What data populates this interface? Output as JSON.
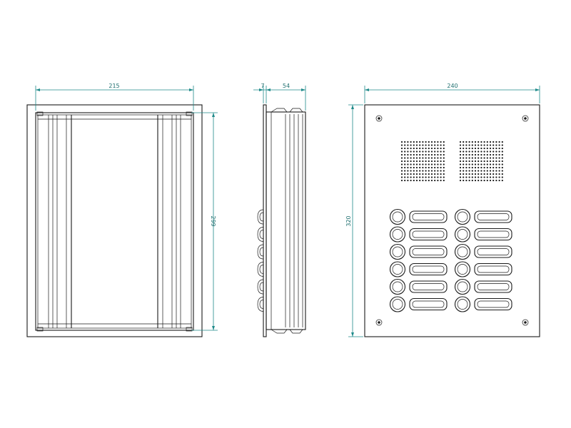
{
  "drawing": {
    "colors": {
      "line": "#1a1a1a",
      "dimension": "#1f8a8a"
    },
    "dimensions": {
      "front_width": "215",
      "front_height": "299",
      "side_depth_flange": "7",
      "side_depth_body": "54",
      "panel_width": "240",
      "panel_height": "320"
    },
    "panel": {
      "buttons": {
        "columns": 2,
        "rows": 6
      },
      "speaker_grilles": 2,
      "screws": 4
    }
  }
}
